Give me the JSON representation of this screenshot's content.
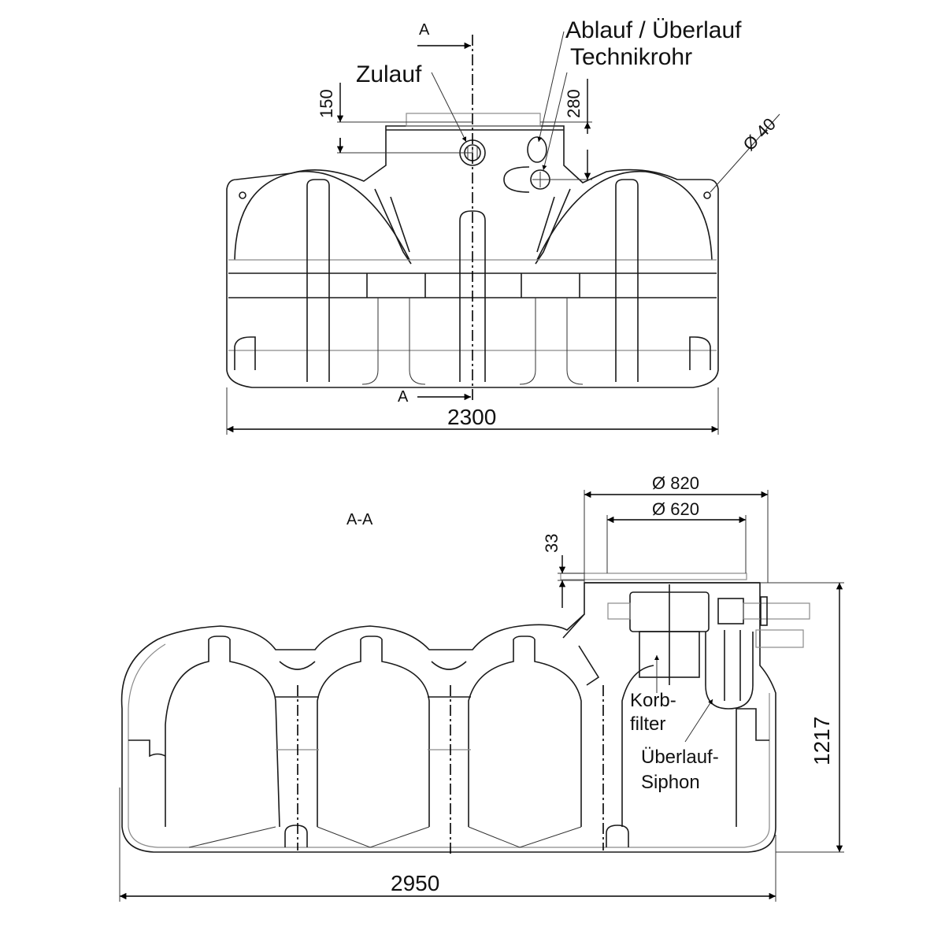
{
  "top_view": {
    "section_marker_top": "A",
    "section_marker_bottom": "A",
    "labels": {
      "inlet": "Zulauf",
      "outlet": "Ablauf / Überlauf",
      "tech_pipe": "Technikrohr"
    },
    "dimensions": {
      "width": "2300",
      "inlet_offset": "150",
      "outlet_offset": "280",
      "hole_diameter": "Ø 40"
    }
  },
  "section_view": {
    "title": "A-A",
    "labels": {
      "basket_filter_line1": "Korb-",
      "basket_filter_line2": "filter",
      "overflow_siphon_line1": "Überlauf-",
      "overflow_siphon_line2": "Siphon"
    },
    "dimensions": {
      "length": "2950",
      "height": "1217",
      "dome_outer_diameter": "Ø 820",
      "dome_inner_diameter": "Ø 620",
      "cover_offset": "33"
    }
  },
  "colors": {
    "line": "#1a1a1a",
    "secondary_line": "#8a8a8a",
    "background": "#ffffff"
  }
}
